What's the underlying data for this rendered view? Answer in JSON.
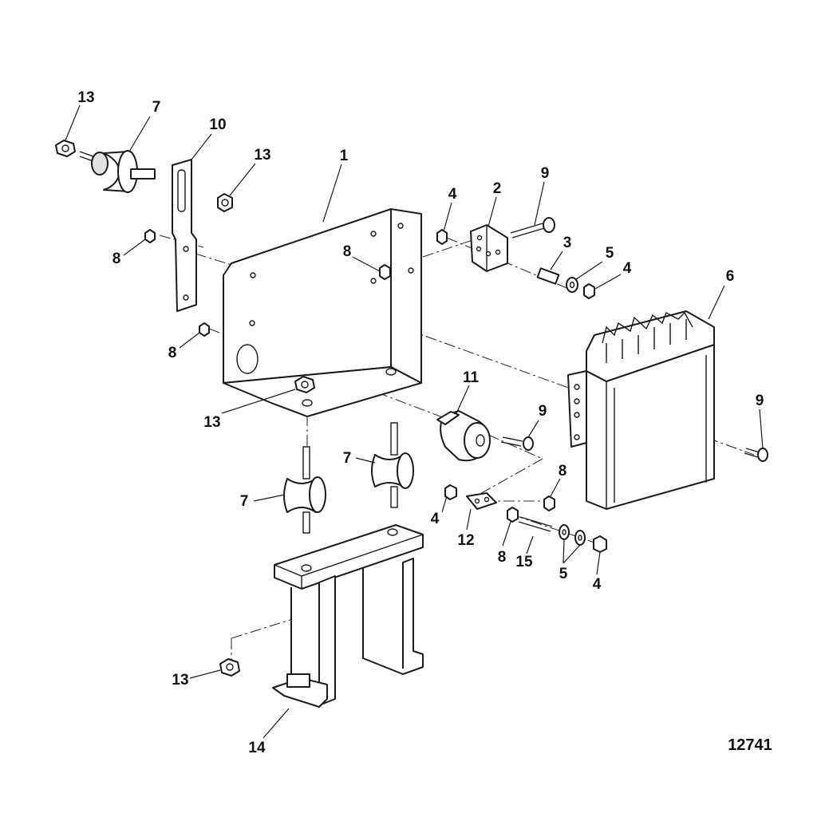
{
  "figure": {
    "number": "12741"
  },
  "callouts": {
    "c13a": "13",
    "c7a": "7",
    "c10": "10",
    "c13b": "13",
    "c1": "1",
    "c9a": "9",
    "c4a": "4",
    "c2": "2",
    "c3": "3",
    "c5a": "5",
    "c4b": "4",
    "c6": "6",
    "c8a": "8",
    "c8b": "8",
    "c8c": "8",
    "c13c": "13",
    "c11": "11",
    "c9b": "9",
    "c9c": "9",
    "c7b": "7",
    "c7c": "7",
    "c8d": "8",
    "c4c": "4",
    "c12": "12",
    "c8e": "8",
    "c15": "15",
    "c5b": "5",
    "c4d": "4",
    "c13d": "13",
    "c14": "14"
  }
}
